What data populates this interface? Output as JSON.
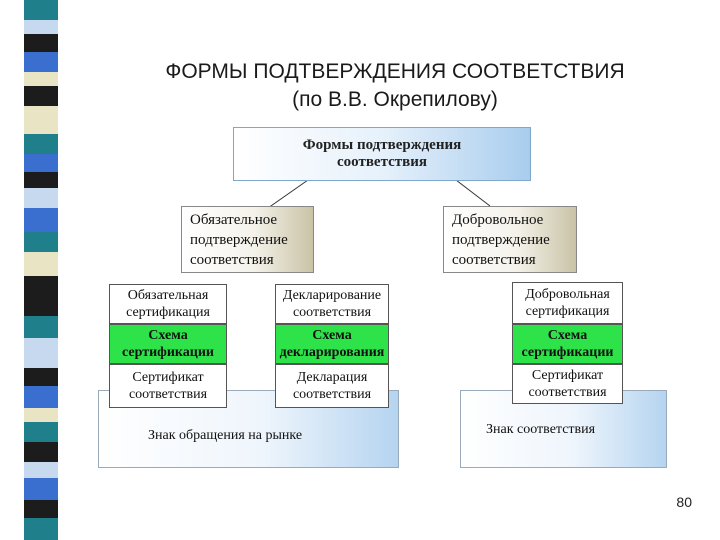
{
  "title": {
    "line1": "ФОРМЫ ПОДТВЕРЖДЕНИЯ СООТВЕТСТВИЯ",
    "line2": "(по В.В. Окрепилову)"
  },
  "root": {
    "line1": "Формы подтверждения",
    "line2": "соответствия"
  },
  "mandatory": {
    "header": {
      "line1": "Обязательное",
      "line2": "подтверждение",
      "line3": "соответствия"
    },
    "certification": {
      "line1": "Обязательная",
      "line2": "сертификация"
    },
    "certification_scheme": {
      "line1": "Схема",
      "line2": "сертификации"
    },
    "certificate": {
      "line1": "Сертификат",
      "line2": "соответствия"
    },
    "declaration": {
      "line1": "Декларирование",
      "line2": "соответствия"
    },
    "declaration_scheme": {
      "line1": "Схема",
      "line2": "декларирования"
    },
    "declaration_doc": {
      "line1": "Декларация",
      "line2": "соответствия"
    },
    "market_mark": "Знак обращения на рынке"
  },
  "voluntary": {
    "header": {
      "line1": "Добровольное",
      "line2": "подтверждение",
      "line3": "соответствия"
    },
    "certification": {
      "line1": "Добровольная",
      "line2": "сертификация"
    },
    "certification_scheme": {
      "line1": "Схема",
      "line2": "сертификации"
    },
    "certificate": {
      "line1": "Сертификат",
      "line2": "соответствия"
    },
    "conformity_mark": "Знак соответствия"
  },
  "page_number": "80",
  "colors": {
    "green": "#2ee34a",
    "blue_accent": "#a9cdee",
    "tan_accent": "#c9c3a6"
  }
}
